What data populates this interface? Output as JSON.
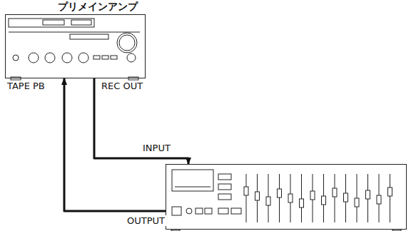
{
  "diagram": {
    "nodes": [
      {
        "text": [
          "プリメインアンプ"
        ]
      },
      {
        "text": []
      }
    ],
    "edges": [
      {
        "from": 0,
        "to": 1,
        "arrow": "to"
      },
      {
        "from": 1,
        "to": 0,
        "arrow": "to"
      }
    ],
    "labels": [
      "TAPE PB",
      "REC OUT",
      "INPUT",
      "OUTPUT"
    ]
  }
}
